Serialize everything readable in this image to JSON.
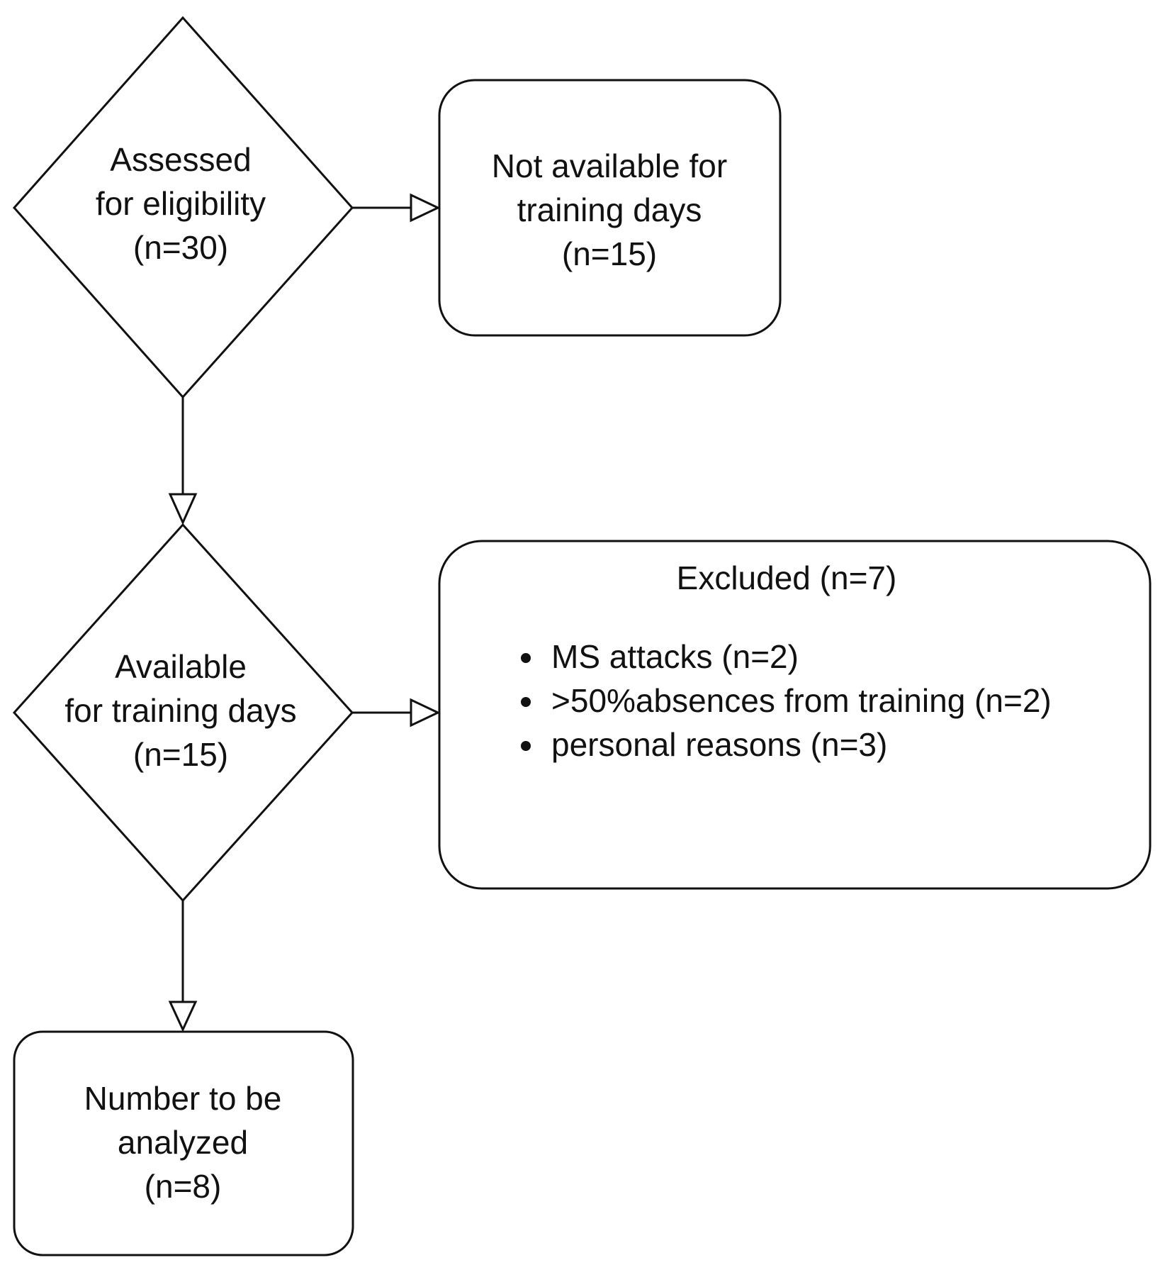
{
  "nodes": {
    "assessed": {
      "line1": "Assessed",
      "line2": "for eligibility",
      "line3": "(n=30)"
    },
    "not_available": {
      "line1": "Not available for",
      "line2": "training days",
      "line3": "(n=15)"
    },
    "available": {
      "line1": "Available",
      "line2": "for training days",
      "line3": "(n=15)"
    },
    "excluded": {
      "title": "Excluded (n=7)",
      "items": [
        "MS attacks (n=2)",
        ">50%absences from training (n=2)",
        "personal reasons (n=3)"
      ]
    },
    "analyzed": {
      "line1": "Number to be",
      "line2": "analyzed",
      "line3": "(n=8)"
    }
  },
  "colors": {
    "stroke": "#111111",
    "fill": "#ffffff"
  }
}
